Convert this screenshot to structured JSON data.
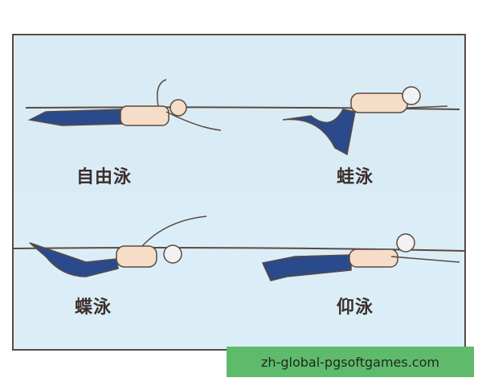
{
  "strokes": [
    {
      "label": "自由泳"
    },
    {
      "label": "蛙泳"
    },
    {
      "label": "蝶泳"
    },
    {
      "label": "仰泳"
    }
  ],
  "watermark": "zh-global-pgsoftgames.com",
  "colors": {
    "water": "#d9ebf5",
    "frame": "#5a4a42",
    "swimsuit": "#2b4a8c",
    "skin": "#f6ddc8",
    "banner": "#5fba6c"
  }
}
